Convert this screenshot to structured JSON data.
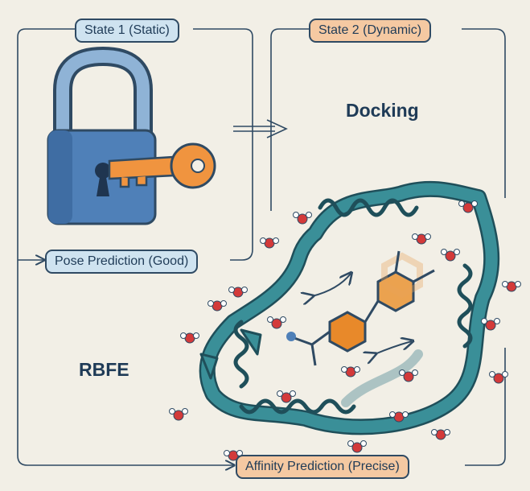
{
  "state1": {
    "label": "State 1 (Static)"
  },
  "state2": {
    "label": "State 2 (Dynamic)"
  },
  "pose": {
    "label": "Pose Prediction (Good)"
  },
  "affinity": {
    "label": "Affinity Prediction (Precise)"
  },
  "methods": {
    "docking": "Docking",
    "rbfe": "RBFE"
  },
  "colors": {
    "background": "#f2efe6",
    "line": "#2f4a63",
    "lock_body": "#4f80b8",
    "lock_shackle": "#8fb3d6",
    "key": "#f0943f",
    "protein": "#3a8f98",
    "ligand": "#e8892a",
    "oxygen": "#d33a3a",
    "blue_pill": "#cfe3f0",
    "orange_pill": "#f5c9a2"
  },
  "icons": [
    "lock-icon",
    "key-icon",
    "protein-ribbon-icon",
    "ligand-molecule-icon",
    "water-molecule-icon"
  ]
}
